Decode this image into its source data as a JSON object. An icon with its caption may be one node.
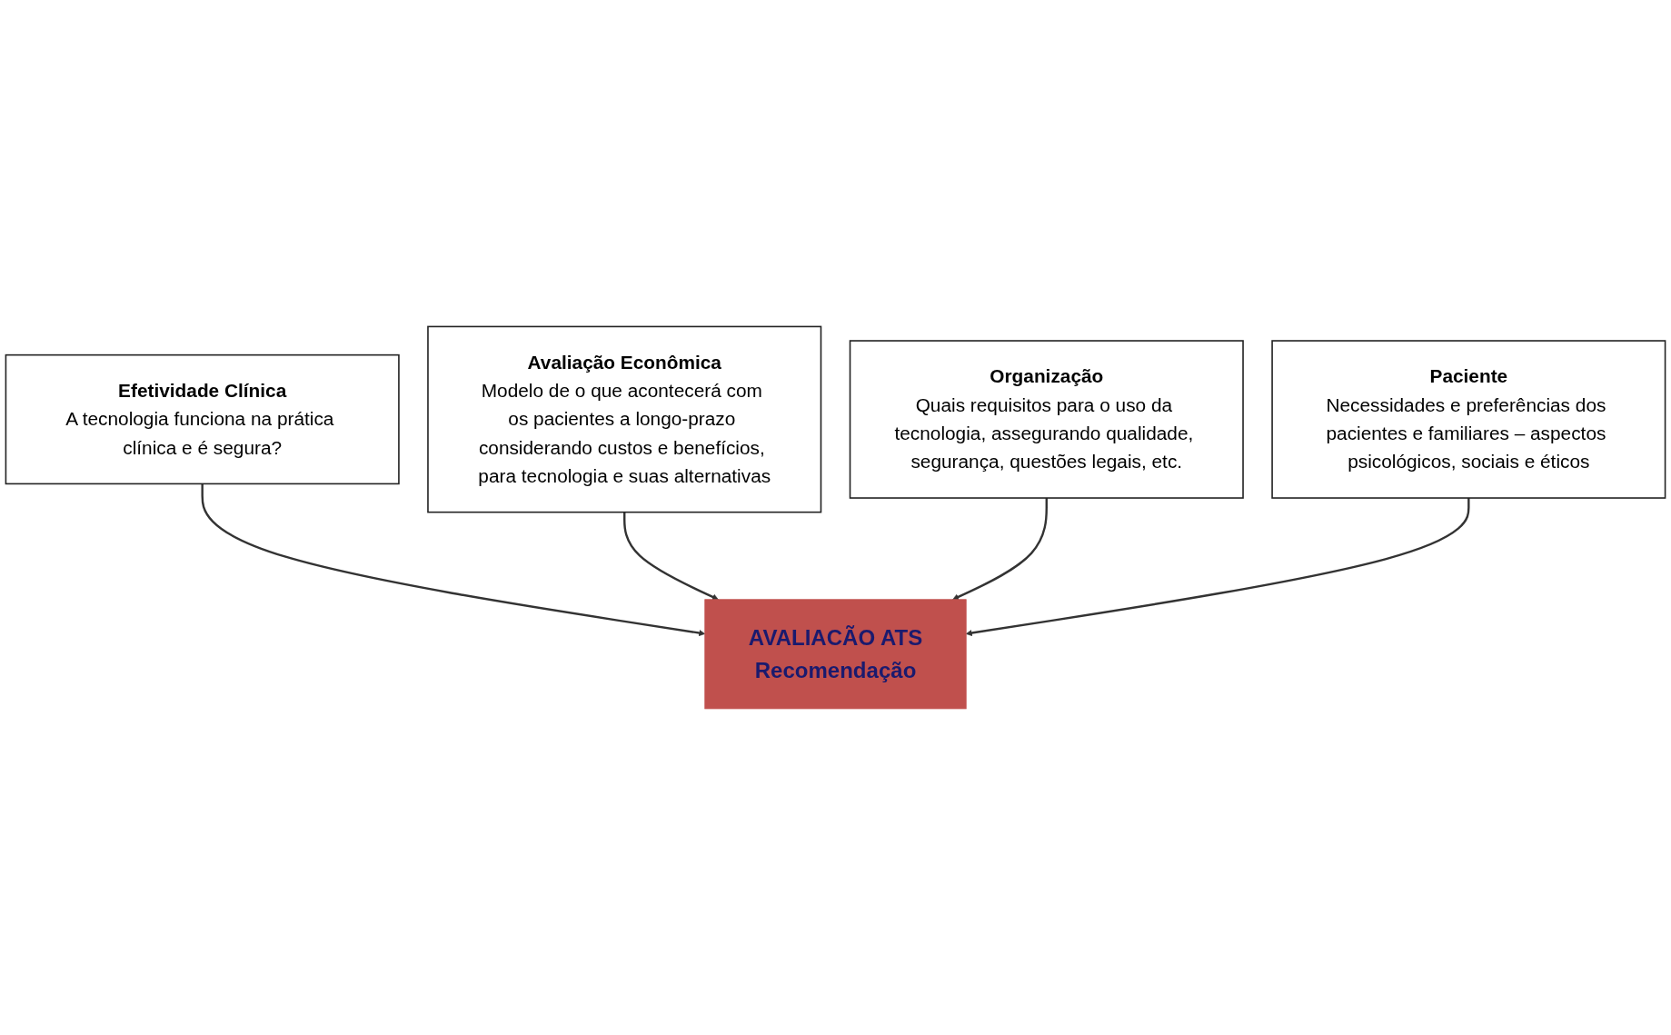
{
  "diagram": {
    "nodes": [
      {
        "text": [
          "Efetividade Clínica",
          "A tecnologia funciona na prática clínica e é segura?"
        ]
      },
      {
        "text": [
          "Avaliação Econômica",
          "Modelo de o que acontecerá com os pacientes a longo-prazo considerando custos e benefícios, para tecnologia e suas alternativas"
        ]
      },
      {
        "text": [
          "AVALIACÃO ATS",
          "Recomendação"
        ]
      },
      {
        "text": [
          "Organização",
          "Quais requisitos para o uso da tecnologia, assegurando qualidade, segurança, questões legais, etc."
        ]
      },
      {
        "text": [
          "Paciente",
          "Necessidades e preferências dos pacientes e familiares – aspectos psicológicos, sociais e éticos"
        ]
      }
    ],
    "edges": [
      {
        "from": 0,
        "to": 2,
        "arrow": "to"
      },
      {
        "from": 1,
        "to": 2,
        "arrow": "to"
      },
      {
        "from": 3,
        "to": 2,
        "arrow": "to"
      },
      {
        "from": 4,
        "to": 2,
        "arrow": "to"
      }
    ]
  }
}
